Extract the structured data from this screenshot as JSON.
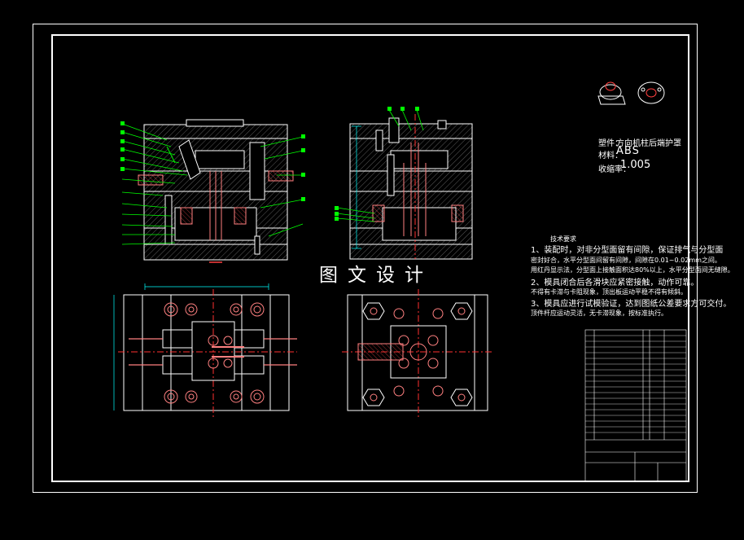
{
  "drawing": {
    "part_name_label": "塑件：",
    "part_name": "方向机柱后端护罩",
    "material_label": "材料：",
    "material": "ABS",
    "shrinkage_label": "收缩率：",
    "shrinkage": "1.005"
  },
  "watermark": "图文设计",
  "tech_requirements": {
    "title": "技术要求",
    "lines": [
      "1、装配时，对非分型面留有间隙，保证排气与分型面",
      "密封好合，水平分型面间留有间隙，间隙在0.01~0.02mm之间。",
      "用红丹显示法，分型面上接触面积达80%以上，水平分型面间无缝隙。",
      "2、模具闭合后各滑块应紧密接触，动作可靠。",
      "不得有卡滞与卡阻现象，顶出板运动平稳不得有倾斜。",
      "3、模具应进行试模验证，达到图纸公差要求方可交付。",
      "顶件杆应运动灵活，无卡滞现象，按标准执行。"
    ]
  },
  "colors": {
    "background": "#000000",
    "lines": "#ffffff",
    "leaders": "#00ff00",
    "hatch": "#ff4d4d",
    "centerlines": "#ff2020",
    "components": "#ff8080",
    "dimensions": "#00ffff"
  }
}
